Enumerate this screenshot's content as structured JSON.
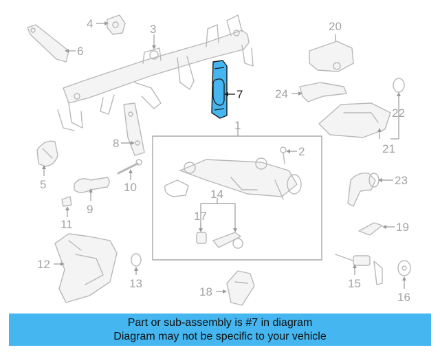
{
  "callouts": {
    "n1": "1",
    "n2": "2",
    "n3": "3",
    "n4": "4",
    "n5": "5",
    "n6": "6",
    "n7": "7",
    "n8": "8",
    "n9": "9",
    "n10": "10",
    "n11": "11",
    "n12": "12",
    "n13": "13",
    "n14": "14",
    "n15": "15",
    "n16": "16",
    "n17": "17",
    "n18": "18",
    "n19": "19",
    "n20": "20",
    "n21": "21",
    "n22": "22",
    "n23": "23",
    "n24": "24"
  },
  "highlighted_part": "7",
  "colors": {
    "highlight": "#45b6f0",
    "banner": "#45b6f0",
    "line_art": "#b8b8b8"
  },
  "banner": {
    "line1": "Part or sub-assembly is #7 in diagram",
    "line2": "Diagram may not be specific to your vehicle"
  }
}
